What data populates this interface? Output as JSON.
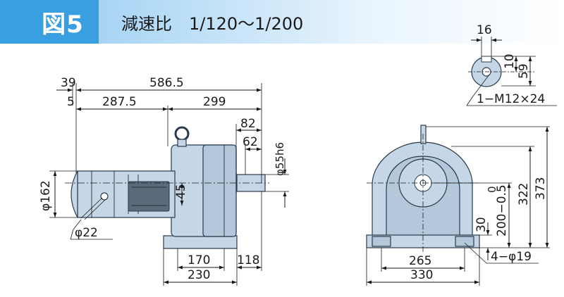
{
  "header": {
    "figure_label": "図5",
    "title": "減速比　1/120～1/200"
  },
  "side_view": {
    "dims": {
      "d39": "39",
      "d5": "5",
      "d586": "586.5",
      "d287": "287.5",
      "d299": "299",
      "d82": "82",
      "d62": "62",
      "shaft_dia": "φ55h6",
      "d45": "45",
      "motor_dia": "φ162",
      "cable_dia": "φ22",
      "d170": "170",
      "d118": "118",
      "d230": "230"
    }
  },
  "shaft_detail": {
    "dims": {
      "key_width": "16",
      "key_depth": "10",
      "center_height": "59",
      "tapped_hole": "1−M12×24"
    }
  },
  "front_view": {
    "dims": {
      "d373": "373",
      "d322": "322",
      "tol": "0\n200−0.5",
      "tol_top": "0",
      "tol_main": "200−0.5",
      "d30": "30",
      "d265": "265",
      "d330": "330",
      "holes": "4−φ19"
    }
  }
}
